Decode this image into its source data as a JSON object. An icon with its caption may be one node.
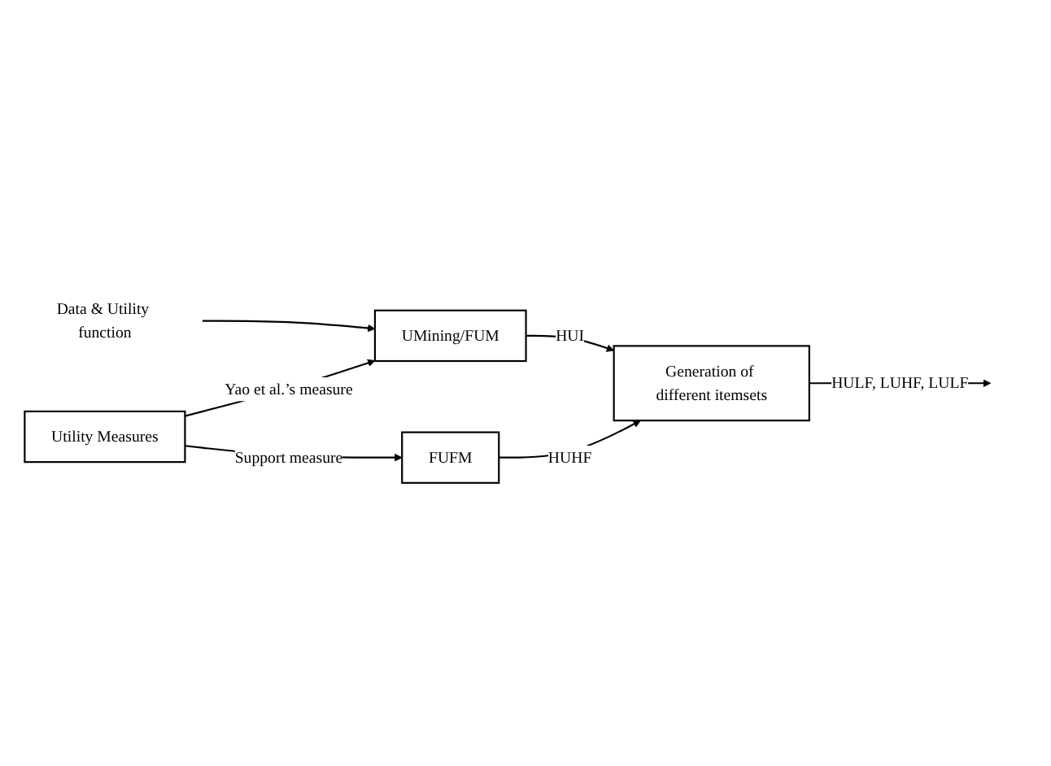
{
  "diagram": {
    "nodes": [
      {
        "text": [
          "Data & Utility function"
        ]
      },
      {
        "text": [
          "UMining/FUM"
        ]
      },
      {
        "text": [
          "Generation of different itemsets"
        ]
      },
      {
        "text": [
          "Utility Measures"
        ]
      },
      {
        "text": [
          "FUFM"
        ]
      }
    ],
    "edges": [
      {
        "from": 0,
        "to": 1,
        "arrow": "to"
      },
      {
        "from": 1,
        "to": 2,
        "arrow": "to",
        "label": "HUI"
      },
      {
        "from": 2,
        "to": null,
        "arrow": "to",
        "label": "HULF, LUHF, LULF"
      },
      {
        "from": 3,
        "to": 1,
        "arrow": "to",
        "label": "Yao et al.’s measure"
      },
      {
        "from": 3,
        "to": 4,
        "arrow": "to",
        "label": "Support measure"
      },
      {
        "from": 4,
        "to": 2,
        "arrow": "to",
        "label": "HUHF"
      }
    ]
  }
}
